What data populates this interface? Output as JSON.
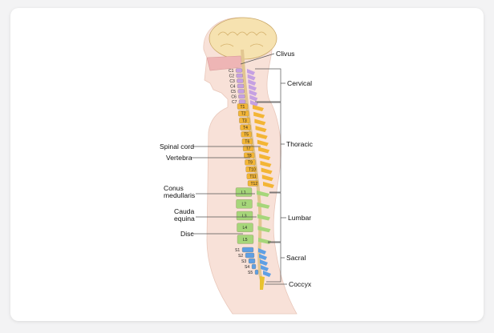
{
  "title": "Spine anatomy diagram",
  "colors": {
    "skin": "#f8e1d8",
    "cervical": "#c5a0e2",
    "thoracic": "#f3b535",
    "lumbar": "#a6d67a",
    "sacral": "#5e9fe4",
    "coccyx": "#e8c22e",
    "cord": "#e8cfa2",
    "brain": "#f6e2b0"
  },
  "right_labels": {
    "clivus": "Clivus",
    "cervical": "Cervical",
    "thoracic": "Thoracic",
    "lumbar": "Lumbar",
    "sacral": "Sacral",
    "coccyx": "Coccyx"
  },
  "left_labels": {
    "spinal_cord": "Spinal cord",
    "vertebra": "Vertebra",
    "conus_1": "Conus",
    "conus_2": "medullaris",
    "cauda_1": "Cauda",
    "cauda_2": "equina",
    "disc": "Disc"
  },
  "vertebrae": {
    "cervical": [
      "C1",
      "C2",
      "C3",
      "C4",
      "C5",
      "C6",
      "C7"
    ],
    "thoracic": [
      "T1",
      "T2",
      "T3",
      "T4",
      "T5",
      "T6",
      "T7",
      "T8",
      "T9",
      "T10",
      "T11",
      "T12"
    ],
    "lumbar": [
      "L1",
      "L2",
      "L3",
      "L4",
      "L5"
    ],
    "sacral": [
      "S1",
      "S2",
      "S3",
      "S4",
      "S5"
    ]
  }
}
